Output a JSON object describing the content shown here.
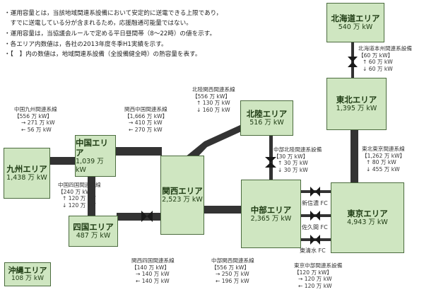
{
  "notes": [
    "・運用容量とは，当該地域間連系設備において安定的に送電できる上限であり，",
    "　すでに送電している分が含まれるため，応援融通可能量ではない。",
    "・運用容量は，当協議会ルールで定める平日昼間帯（8～22時）の値を示す。",
    "・各エリア内数値は，各社の2013年度冬季H1実績を示す。",
    "・【　】内の数値は，地域間連系設備（全設備健全時）の熱容量を表す。"
  ],
  "areas": {
    "hokkaido": {
      "name": "北海道エリア",
      "capacity": "540 万 kW"
    },
    "tohoku": {
      "name": "東北エリア",
      "capacity": "1,395 万 kW"
    },
    "hokuriku": {
      "name": "北陸エリア",
      "capacity": "516 万 kW"
    },
    "tokyo": {
      "name": "東京エリア",
      "capacity": "4,943 万 kW"
    },
    "chubu": {
      "name": "中部エリア",
      "capacity": "2,365 万 kW"
    },
    "kansai": {
      "name": "関西エリア",
      "capacity": "2,523 万 kW"
    },
    "chugoku": {
      "name": "中国エリア",
      "capacity": "1,039 万 kW"
    },
    "shikoku": {
      "name": "四国エリア",
      "capacity": "487 万 kW"
    },
    "kyushu": {
      "name": "九州エリア",
      "capacity": "1,438 万 kW"
    },
    "okinawa": {
      "name": "沖縄エリア",
      "capacity": "108 万 kW"
    }
  },
  "links": {
    "kyushu_chugoku": {
      "title": "中国九州間連系線",
      "thermal": "【556 万 kW】",
      "fwd": "→ 271 万 kW",
      "rev": "← 56 万 kW"
    },
    "kansai_chugoku": {
      "title": "関西中国間連系線",
      "thermal": "【1,666 万 kW】",
      "fwd": "→ 410 万 kW",
      "rev": "← 270 万 kW"
    },
    "chugoku_shikoku": {
      "title": "中国四国間連系線",
      "thermal": "【240 万 kW】",
      "fwd": "↑ 120 万 kW",
      "rev": "↓ 120 万 kW"
    },
    "hokuriku_kansai": {
      "title": "北陸関西間連系線",
      "thermal": "【556 万 kW】",
      "fwd": "↑ 130 万 kW",
      "rev": "↓ 160 万 kW"
    },
    "chubu_hokuriku": {
      "title": "中部北陸間連系設備",
      "thermal": "【30 万 kW】",
      "fwd": "↑ 30 万 kW",
      "rev": "↓ 30 万 kW"
    },
    "hokkaido_honshu": {
      "title": "北海道本州間連系設備",
      "thermal": "【60 万 kW】",
      "fwd": "↑ 60 万 kW",
      "rev": "↓ 60 万 kW"
    },
    "tohoku_tokyo": {
      "title": "東北東京間連系線",
      "thermal": "【1,262 万 kW】",
      "fwd": "↑ 80 万 kW",
      "rev": "↓ 455 万 kW"
    },
    "kansai_shikoku": {
      "title": "関西四国間連系線",
      "thermal": "【140 万 kW】",
      "fwd": "→ 140 万 kW",
      "rev": "← 140 万 kW"
    },
    "chubu_kansai": {
      "title": "中部関西間連系線",
      "thermal": "【556 万 kW】",
      "fwd": "→ 250 万 kW",
      "rev": "← 196 万 kW"
    },
    "tokyo_chubu": {
      "title": "東京中部間連系設備",
      "thermal": "【120 万 kW】",
      "fwd": "→ 120 万 kW",
      "rev": "← 120 万 kW"
    }
  },
  "fc": {
    "shinshinano": "新信濃 FC",
    "sakuma": "佐久間 FC",
    "higashishimizu": "東清水 FC"
  },
  "colors": {
    "box_fill": "#cfe6c1",
    "box_border": "#4b6b3e",
    "line": "#333333"
  }
}
